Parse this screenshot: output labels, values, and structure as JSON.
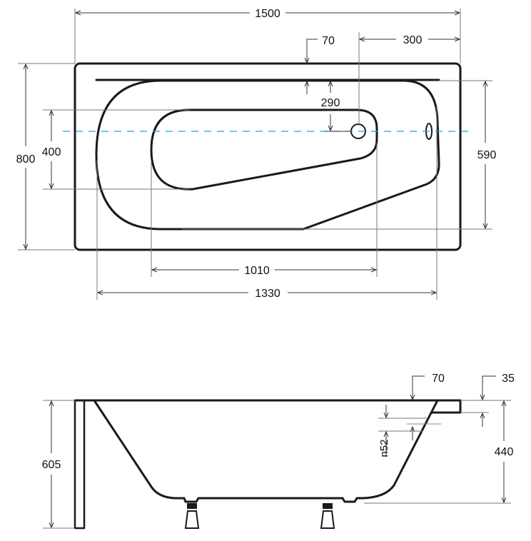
{
  "top_view": {
    "dimensions": {
      "overall_length": "1500",
      "rim_width_top": "70",
      "drain_offset": "300",
      "drain_to_edge": "290",
      "overall_width": "800",
      "footwell_width": "400",
      "basin_width": "590",
      "footwell_length": "1010",
      "basin_length": "1330"
    }
  },
  "side_view": {
    "dimensions": {
      "rim_width": "70",
      "rim_thickness": "35",
      "overflow_diameter": "n52",
      "total_height": "605",
      "basin_depth": "440"
    }
  },
  "colors": {
    "axis_line": "#1aa3e0",
    "outline": "#1a1a1a"
  }
}
